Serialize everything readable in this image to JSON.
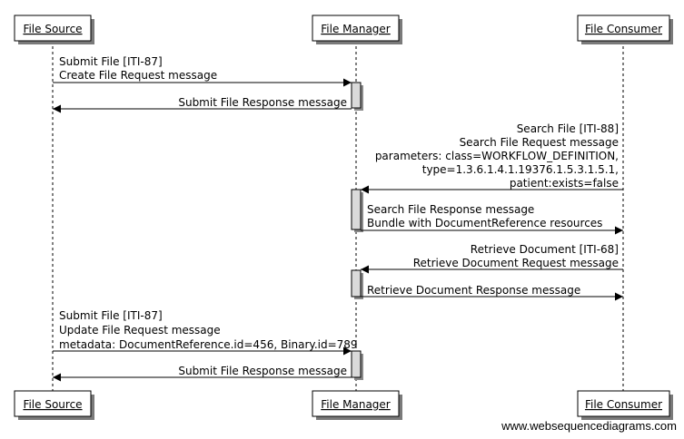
{
  "participants": [
    {
      "id": "source",
      "label": "File Source"
    },
    {
      "id": "manager",
      "label": "File Manager"
    },
    {
      "id": "consumer",
      "label": "File Consumer"
    }
  ],
  "messages": [
    {
      "from": "source",
      "to": "manager",
      "lines": [
        "Submit File [ITI-87]",
        "Create File Request message"
      ]
    },
    {
      "from": "manager",
      "to": "source",
      "lines": [
        "Submit File Response message"
      ]
    },
    {
      "from": "consumer",
      "to": "manager",
      "lines": [
        "Search File [ITI-88]",
        "Search File Request message",
        "parameters: class=WORKFLOW_DEFINITION,",
        "type=1.3.6.1.4.1.19376.1.5.3.1.5.1,",
        "patient:exists=false"
      ]
    },
    {
      "from": "manager",
      "to": "consumer",
      "lines": [
        "Search File Response message",
        " Bundle with DocumentReference resources"
      ]
    },
    {
      "from": "consumer",
      "to": "manager",
      "lines": [
        "Retrieve Document [ITI-68]",
        "Retrieve Document Request message"
      ]
    },
    {
      "from": "manager",
      "to": "consumer",
      "lines": [
        "Retrieve Document Response message"
      ]
    },
    {
      "from": "source",
      "to": "manager",
      "lines": [
        "Submit File [ITI-87]",
        "Update File Request message",
        "metadata: DocumentReference.id=456, Binary.id=789"
      ]
    },
    {
      "from": "manager",
      "to": "source",
      "lines": [
        "Submit File Response message"
      ]
    }
  ],
  "watermark": "www.websequencediagrams.com"
}
